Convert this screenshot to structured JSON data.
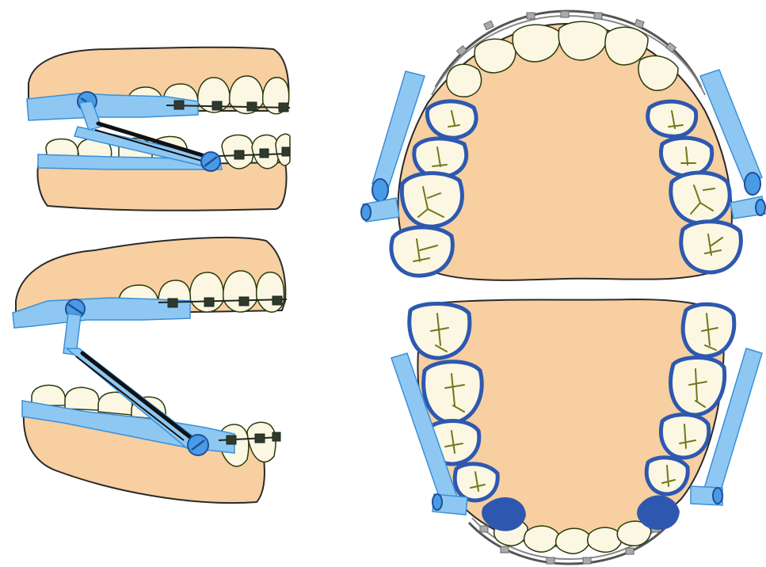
{
  "figure": {
    "views": [
      {
        "id": "side-view-closed",
        "kind": "lateral",
        "state": "closed"
      },
      {
        "id": "side-view-open",
        "kind": "lateral",
        "state": "open"
      },
      {
        "id": "occlusal-view-upper",
        "kind": "occlusal",
        "arch": "upper"
      },
      {
        "id": "occlusal-view-lower",
        "kind": "occlusal",
        "arch": "lower"
      }
    ]
  },
  "colors": {
    "gum": "#F7CFA0",
    "tooth": "#FBF7E2",
    "tooth_outline": "#2A3A0E",
    "splint": "#8EC8F2",
    "splint_outline": "#3B8FD8",
    "tooth_ring": "#2E58B0",
    "wire": "#666666",
    "bracket": "#2F3A2F",
    "rod_dark": "#111111"
  }
}
